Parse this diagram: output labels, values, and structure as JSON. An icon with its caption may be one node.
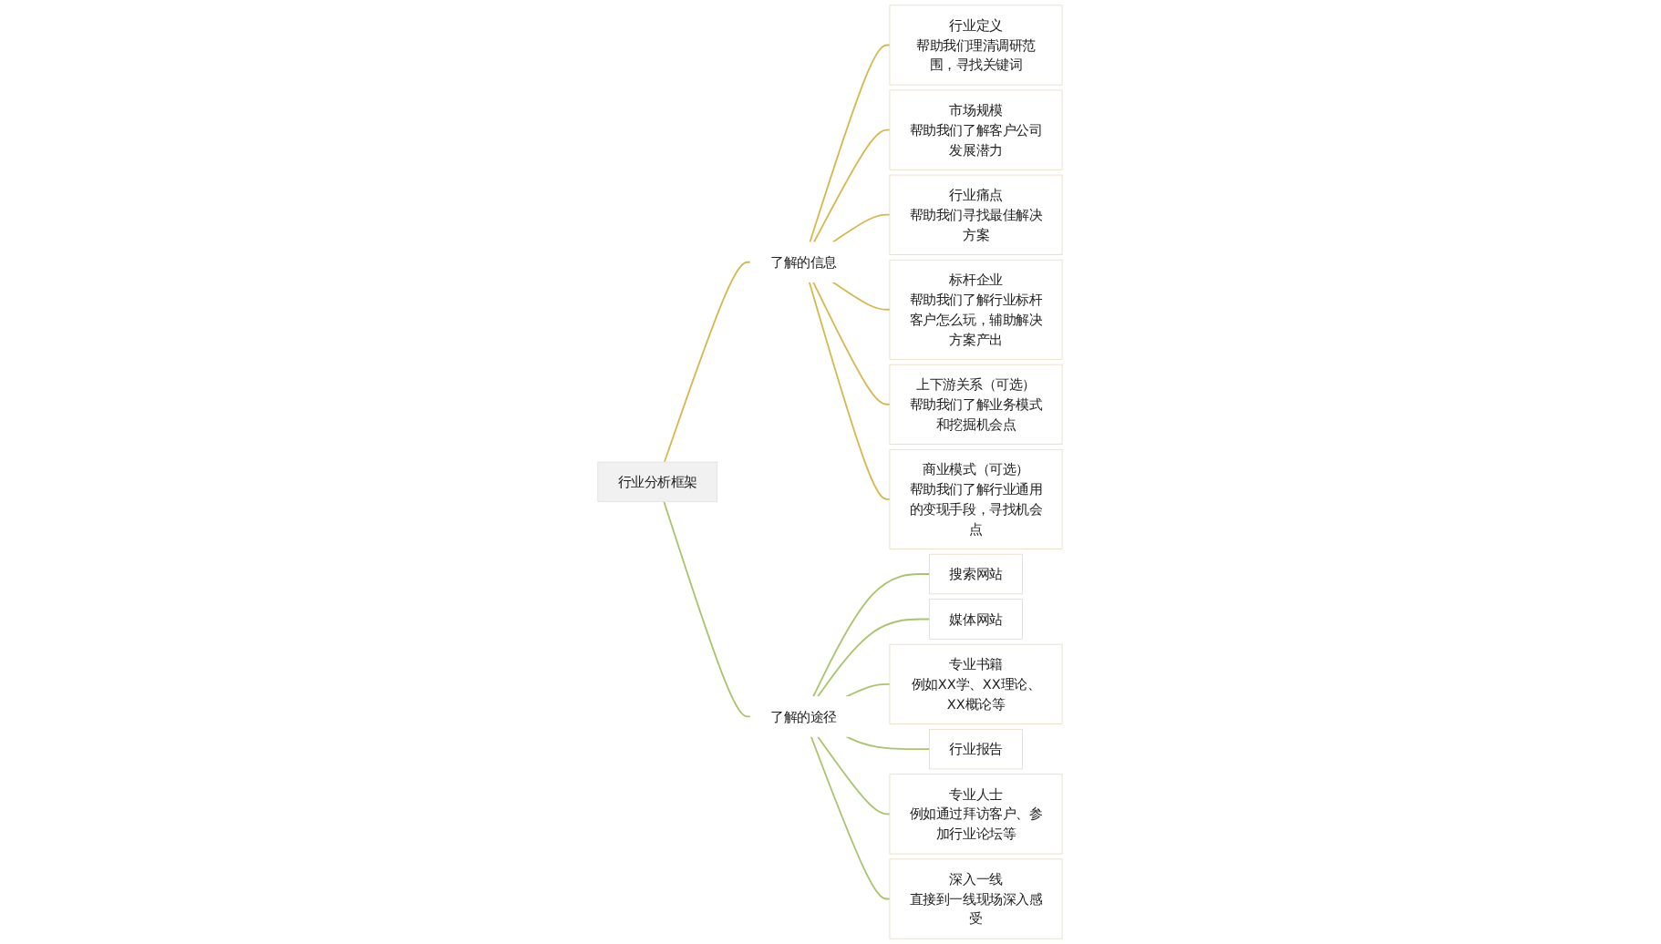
{
  "diagram": {
    "nodes": [
      {
        "text": [
          "行业分析框架"
        ]
      },
      {
        "text": [
          "了解的信息"
        ]
      },
      {
        "text": [
          "行业定义",
          "帮助我们理清调研范围，寻找关键词"
        ]
      },
      {
        "text": [
          "市场规模",
          "帮助我们了解客户公司发展潜力"
        ]
      },
      {
        "text": [
          "行业痛点",
          "帮助我们寻找最佳解决方案"
        ]
      },
      {
        "text": [
          "标杆企业",
          "帮助我们了解行业标杆客户怎么玩，辅助解决方案产出"
        ]
      },
      {
        "text": [
          "上下游关系（可选）",
          "帮助我们了解业务模式和挖掘机会点"
        ]
      },
      {
        "text": [
          "商业模式（可选）",
          "帮助我们了解行业通用的变现手段，寻找机会点"
        ]
      },
      {
        "text": [
          "了解的途径"
        ]
      },
      {
        "text": [
          "搜索网站"
        ]
      },
      {
        "text": [
          "媒体网站"
        ]
      },
      {
        "text": [
          "专业书籍",
          "例如XX学、XX理论、XX概论等"
        ]
      },
      {
        "text": [
          "行业报告"
        ]
      },
      {
        "text": [
          "专业人士",
          "例如通过拜访客户、参加行业论坛等"
        ]
      },
      {
        "text": [
          "深入一线",
          "直接到一线现场深入感受"
        ]
      }
    ],
    "edges": [
      {
        "from": 0,
        "to": 1,
        "arrow": "none",
        "color": "#d6b84e"
      },
      {
        "from": 1,
        "to": 2,
        "arrow": "none",
        "color": "#d6b84e"
      },
      {
        "from": 1,
        "to": 3,
        "arrow": "none",
        "color": "#d6b84e"
      },
      {
        "from": 1,
        "to": 4,
        "arrow": "none",
        "color": "#d6b84e"
      },
      {
        "from": 1,
        "to": 5,
        "arrow": "none",
        "color": "#d6b84e"
      },
      {
        "from": 1,
        "to": 6,
        "arrow": "none",
        "color": "#d6b84e"
      },
      {
        "from": 1,
        "to": 7,
        "arrow": "none",
        "color": "#d6b84e"
      },
      {
        "from": 0,
        "to": 8,
        "arrow": "none",
        "color": "#a9c46c"
      },
      {
        "from": 8,
        "to": 9,
        "arrow": "none",
        "color": "#a9c46c"
      },
      {
        "from": 8,
        "to": 10,
        "arrow": "none",
        "color": "#a9c46c"
      },
      {
        "from": 8,
        "to": 11,
        "arrow": "none",
        "color": "#a9c46c"
      },
      {
        "from": 8,
        "to": 12,
        "arrow": "none",
        "color": "#a9c46c"
      },
      {
        "from": 8,
        "to": 13,
        "arrow": "none",
        "color": "#a9c46c"
      },
      {
        "from": 8,
        "to": 14,
        "arrow": "none",
        "color": "#a9c46c"
      }
    ]
  }
}
